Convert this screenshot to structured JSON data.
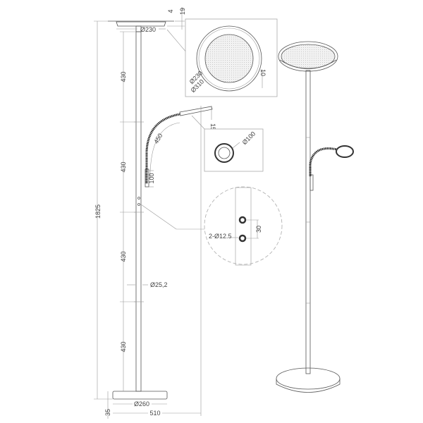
{
  "dimensions": {
    "shade_top_thickness": "4",
    "shade_total_height": "19",
    "shade_inner_diameter": "Ø230",
    "segment_length_1": "430",
    "segment_length_2": "430",
    "segment_length_3": "430",
    "segment_length_4": "430",
    "total_height": "1825",
    "arm_length": "450",
    "switch_offset": "100",
    "reading_head_height": "15",
    "base_height": "35",
    "base_diameter": "Ø260",
    "total_width": "510",
    "pole_diameter": "Ø25,2"
  },
  "detail_shade": {
    "inner_diameter": "Ø230",
    "outer_diameter": "Ø310",
    "rim": "10"
  },
  "detail_reading_head": {
    "diameter": "Ø100"
  },
  "detail_switches": {
    "buttons": "2-Ø12.5",
    "spacing": "30"
  }
}
